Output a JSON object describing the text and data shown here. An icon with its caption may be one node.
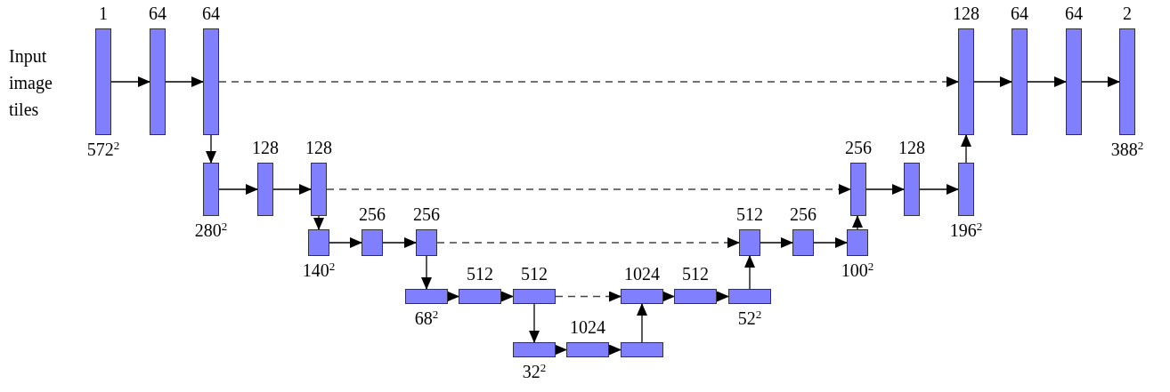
{
  "diagram": {
    "nodes": [
      {
        "text": [],
        "shape": "bar",
        "beside": [
          "1",
          "572$^{2}$"
        ]
      },
      {
        "text": [],
        "shape": "bar",
        "beside": [
          "64"
        ]
      },
      {
        "text": [],
        "shape": "bar",
        "beside": [
          "64"
        ]
      },
      {
        "text": [],
        "shape": "bar",
        "beside": [
          "280$^{2}$"
        ]
      },
      {
        "text": [],
        "shape": "bar",
        "beside": [
          "128"
        ]
      },
      {
        "text": [],
        "shape": "bar",
        "beside": [
          "128"
        ]
      },
      {
        "text": [],
        "shape": "bar",
        "beside": [
          "140$^{2}$"
        ]
      },
      {
        "text": [],
        "shape": "bar",
        "beside": [
          "256"
        ]
      },
      {
        "text": [],
        "shape": "bar",
        "beside": [
          "256"
        ]
      },
      {
        "text": [],
        "shape": "bar",
        "beside": [
          "68$^{2}$"
        ]
      },
      {
        "text": [],
        "shape": "bar",
        "beside": [
          "512"
        ]
      },
      {
        "text": [],
        "shape": "bar",
        "beside": [
          "512"
        ]
      },
      {
        "text": [],
        "shape": "bar",
        "beside": [
          "32$^{2}$"
        ]
      },
      {
        "text": [],
        "shape": "bar",
        "beside": [
          "1024"
        ]
      },
      {
        "text": [],
        "shape": "bar"
      },
      {
        "text": [],
        "shape": "bar",
        "beside": [
          "1024"
        ]
      },
      {
        "text": [],
        "shape": "bar",
        "beside": [
          "512"
        ]
      },
      {
        "text": [],
        "shape": "bar",
        "beside": [
          "52$^{2}$"
        ]
      },
      {
        "text": [],
        "shape": "bar",
        "beside": [
          "512"
        ]
      },
      {
        "text": [],
        "shape": "bar",
        "beside": [
          "256"
        ]
      },
      {
        "text": [],
        "shape": "bar",
        "beside": [
          "100$^{2}$"
        ]
      },
      {
        "text": [],
        "shape": "bar",
        "beside": [
          "256"
        ]
      },
      {
        "text": [],
        "shape": "bar",
        "beside": [
          "128"
        ]
      },
      {
        "text": [],
        "shape": "bar",
        "beside": [
          "196$^{2}$"
        ]
      },
      {
        "text": [],
        "shape": "bar",
        "beside": [
          "128"
        ]
      },
      {
        "text": [],
        "shape": "bar",
        "beside": [
          "64"
        ]
      },
      {
        "text": [],
        "shape": "bar",
        "beside": [
          "64"
        ]
      },
      {
        "text": [],
        "shape": "bar",
        "beside": [
          "2",
          "388$^{2}$"
        ]
      }
    ],
    "edges": [
      {
        "from": 0,
        "to": 1,
        "arrow": "to"
      },
      {
        "from": 1,
        "to": 2,
        "arrow": "to"
      },
      {
        "from": 2,
        "to": 3,
        "arrow": "to"
      },
      {
        "from": 3,
        "to": 4,
        "arrow": "to"
      },
      {
        "from": 4,
        "to": 5,
        "arrow": "to"
      },
      {
        "from": 5,
        "to": 6,
        "arrow": "to"
      },
      {
        "from": 6,
        "to": 7,
        "arrow": "to"
      },
      {
        "from": 7,
        "to": 8,
        "arrow": "to"
      },
      {
        "from": 8,
        "to": 9,
        "arrow": "to"
      },
      {
        "from": 9,
        "to": 10,
        "arrow": "to"
      },
      {
        "from": 10,
        "to": 11,
        "arrow": "to"
      },
      {
        "from": 11,
        "to": 12,
        "arrow": "to"
      },
      {
        "from": 12,
        "to": 13,
        "arrow": "to"
      },
      {
        "from": 13,
        "to": 14,
        "arrow": "to"
      },
      {
        "from": 14,
        "to": 15,
        "arrow": "to"
      },
      {
        "from": 15,
        "to": 16,
        "arrow": "to"
      },
      {
        "from": 16,
        "to": 17,
        "arrow": "to"
      },
      {
        "from": 17,
        "to": 18,
        "arrow": "to"
      },
      {
        "from": 18,
        "to": 19,
        "arrow": "to"
      },
      {
        "from": 19,
        "to": 20,
        "arrow": "to"
      },
      {
        "from": 20,
        "to": 21,
        "arrow": "to"
      },
      {
        "from": 21,
        "to": 22,
        "arrow": "to"
      },
      {
        "from": 22,
        "to": 23,
        "arrow": "to"
      },
      {
        "from": 23,
        "to": 24,
        "arrow": "to"
      },
      {
        "from": 24,
        "to": 25,
        "arrow": "to"
      },
      {
        "from": 25,
        "to": 26,
        "arrow": "to"
      },
      {
        "from": 26,
        "to": 27,
        "arrow": "to"
      },
      {
        "from": 2,
        "to": 24,
        "arrow": "to",
        "style": "dashed"
      },
      {
        "from": 5,
        "to": 21,
        "arrow": "to",
        "style": "dashed"
      },
      {
        "from": 8,
        "to": 18,
        "arrow": "to",
        "style": "dashed"
      },
      {
        "from": 11,
        "to": 15,
        "arrow": "to",
        "style": "dashed"
      }
    ],
    "labels": [
      "Input image tiles"
    ]
  }
}
